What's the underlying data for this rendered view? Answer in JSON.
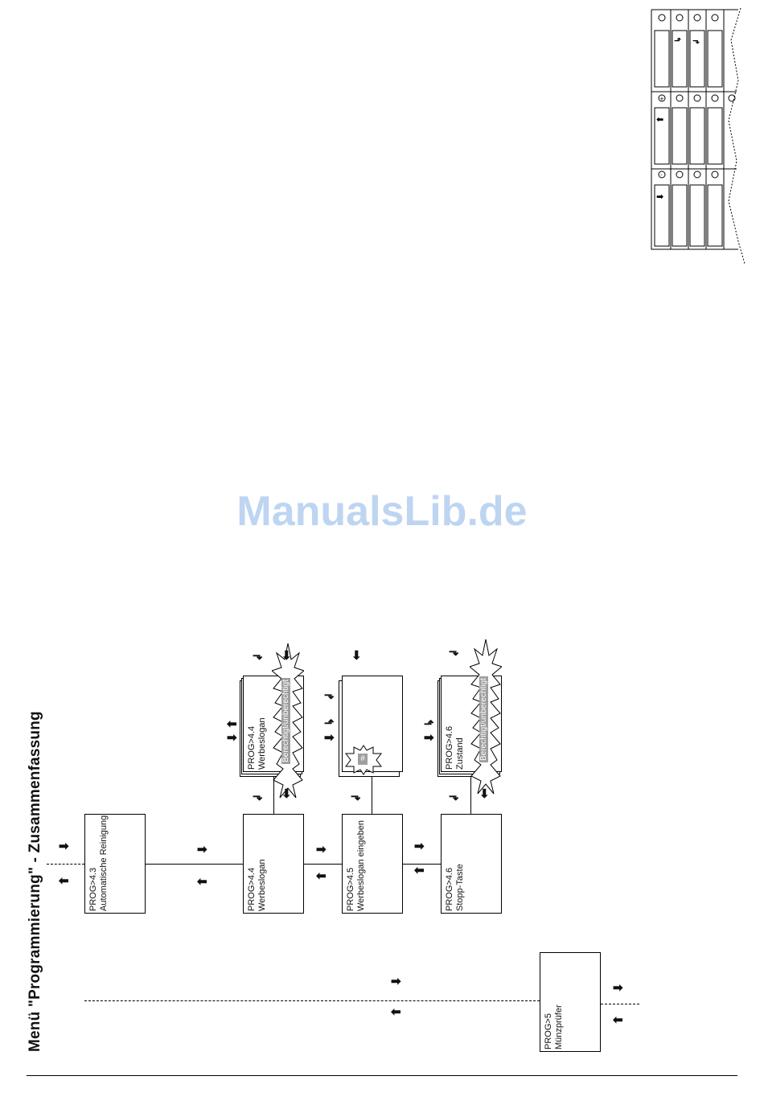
{
  "watermark": "ManualsLib.de",
  "title": "Menü \"Programmierung\" - Zusammenfassung",
  "boxes": {
    "b43": {
      "code": "PROG>4.3",
      "label": "Automatische Reinigung"
    },
    "b44": {
      "code": "PROG>4.4",
      "label": "Werbeslogan"
    },
    "b45": {
      "code": "PROG>4.5",
      "label": "Werbeslogan eingeben"
    },
    "b46": {
      "code": "PROG>4.6",
      "label": "Stopp-Taste"
    },
    "b5": {
      "code": "PROG>5",
      "label": "Münzprüfer"
    }
  },
  "sub": {
    "s44": {
      "code": "PROG>4.4",
      "label": "Werbeslogan",
      "badge": "Berechtigt/unberechtigt"
    },
    "s45": {
      "badge": "#"
    },
    "s46": {
      "code": "PROG>4.6",
      "label": "Zustand",
      "badge": "Berechtigt/unberechtigt"
    }
  },
  "icons": {
    "right": "arrow-right-icon",
    "left": "arrow-left-icon",
    "down": "arrow-down-icon",
    "up": "arrow-up-icon"
  }
}
